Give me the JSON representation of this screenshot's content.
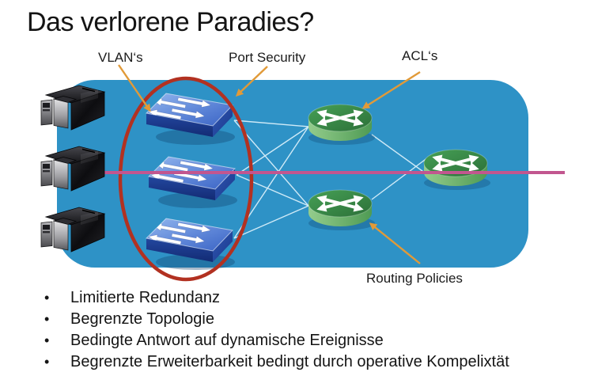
{
  "title": "Das verlorene Paradies?",
  "diagram": {
    "labels": {
      "vlans": "VLAN‘s",
      "port_security": "Port Security",
      "acls": "ACL‘s",
      "routing_policies": "Routing Policies"
    },
    "colors": {
      "zone_fill": "#2E92C6",
      "ellipse_stroke": "#B23121",
      "arrow_orange": "#E19A38",
      "line_pink": "#C2568F",
      "switch_blue": "#2B50B4",
      "router_green": "#3E9150",
      "mesh_white": "#D8EFFA"
    }
  },
  "bullet_glyph": "•",
  "bullets": [
    "Limitierte Redundanz",
    "Begrenzte Topologie",
    "Bedingte Antwort auf dynamische Ereignisse",
    "Begrenzte Erweiterbarkeit bedingt durch operative Kompelixtät"
  ]
}
